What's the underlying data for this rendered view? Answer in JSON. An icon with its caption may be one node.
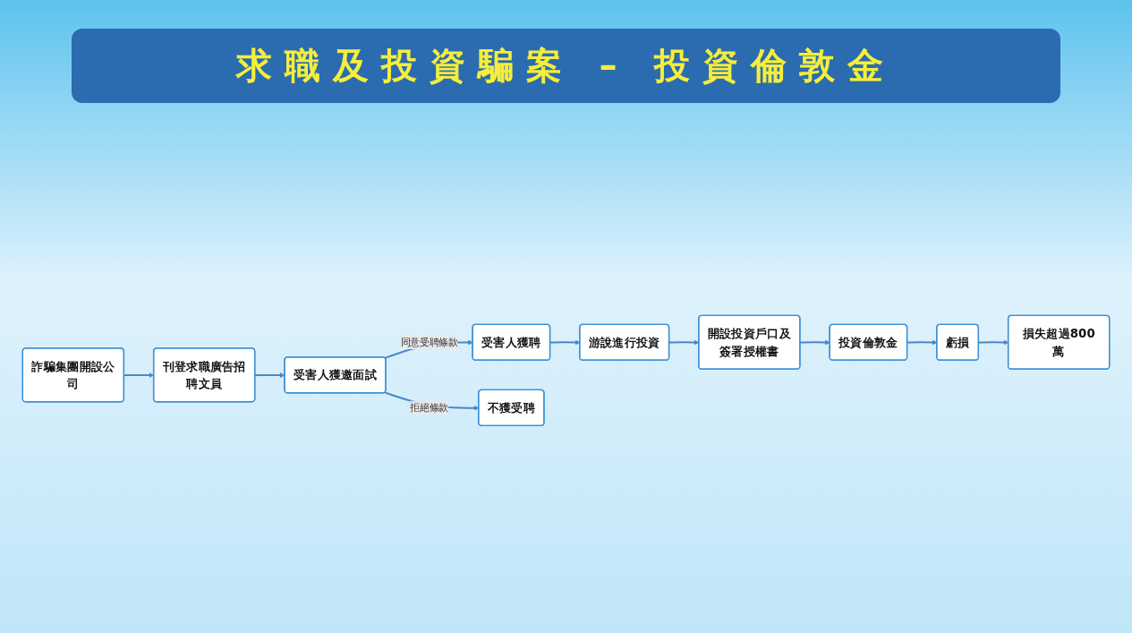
{
  "diagram": {
    "title": "求職及投資騙案 – 投資倫敦金",
    "nodes": [
      {
        "text": [
          "詐騙集團開設公司"
        ]
      },
      {
        "text": [
          "刊登求職廣告招聘文員"
        ]
      },
      {
        "text": [
          "受害人獲邀面試"
        ]
      },
      {
        "text": [
          "受害人獲聘"
        ]
      },
      {
        "text": [
          "不獲受聘"
        ]
      },
      {
        "text": [
          "游說進行投資"
        ]
      },
      {
        "text": [
          "開設投資戶口及簽署授權書"
        ]
      },
      {
        "text": [
          "投資倫敦金"
        ]
      },
      {
        "text": [
          "虧損"
        ]
      },
      {
        "text": [
          "損失超過800萬"
        ]
      }
    ],
    "edges": [
      {
        "from": 0,
        "to": 1,
        "arrow": "to"
      },
      {
        "from": 1,
        "to": 2,
        "arrow": "to"
      },
      {
        "from": 2,
        "to": 3,
        "arrow": "to",
        "label": "同意受聘條款"
      },
      {
        "from": 2,
        "to": 4,
        "arrow": "to",
        "label": "拒絕條款"
      },
      {
        "from": 3,
        "to": 5,
        "arrow": "to"
      },
      {
        "from": 5,
        "to": 6,
        "arrow": "to"
      },
      {
        "from": 6,
        "to": 7,
        "arrow": "to"
      },
      {
        "from": 7,
        "to": 8,
        "arrow": "to"
      },
      {
        "from": 8,
        "to": 9,
        "arrow": "to"
      }
    ]
  }
}
